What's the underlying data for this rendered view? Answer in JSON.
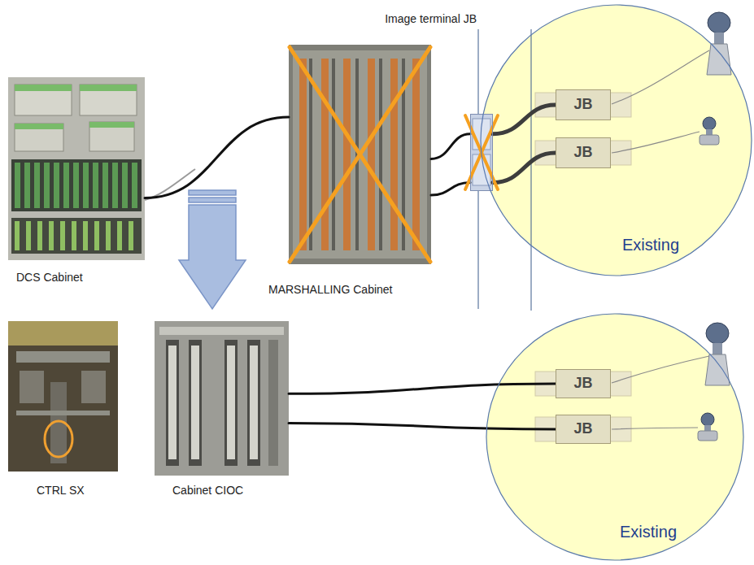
{
  "diagram": {
    "nodes": [
      {
        "text": [
          "DCS Cabinet"
        ]
      },
      {
        "text": [
          "MARSHALLING Cabinet"
        ]
      },
      {
        "text": [
          "Image terminal JB"
        ]
      },
      {
        "text": [
          "Existing"
        ]
      },
      {
        "text": [
          "JB"
        ],
        "in": 3
      },
      {
        "text": [
          "JB"
        ],
        "in": 3
      },
      {
        "text": [
          "CTRL SX"
        ]
      },
      {
        "text": [
          "Cabinet CIOC"
        ]
      },
      {
        "text": [
          "Existing"
        ]
      },
      {
        "text": [
          "JB"
        ],
        "in": 8
      },
      {
        "text": [
          "JB"
        ],
        "in": 8
      }
    ],
    "edges": [
      {
        "from": 0,
        "to": 1,
        "arrow": "none"
      },
      {
        "from": 1,
        "to": 2,
        "arrow": "none"
      },
      {
        "from": 1,
        "to": 2,
        "arrow": "none"
      },
      {
        "from": 2,
        "to": 4,
        "arrow": "none"
      },
      {
        "from": 2,
        "to": 5,
        "arrow": "none"
      },
      {
        "from": 7,
        "to": 9,
        "arrow": "none"
      },
      {
        "from": 7,
        "to": 10,
        "arrow": "none"
      }
    ]
  }
}
